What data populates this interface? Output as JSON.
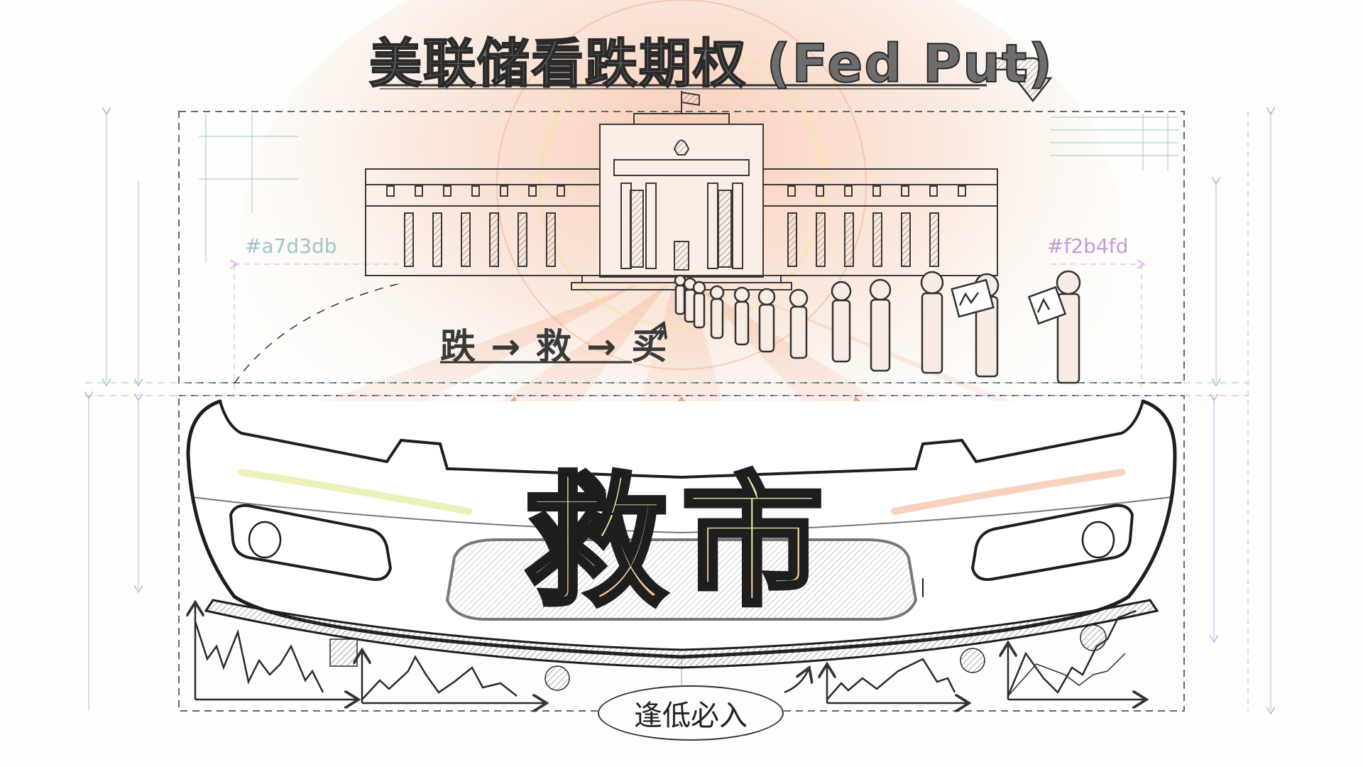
{
  "title": "美联储看跌期权 (Fed Put)",
  "annotations": {
    "hex_left": "#a7d3db",
    "hex_right": "#f2b4fd"
  },
  "flow_label": "跌 → 救 → 买",
  "bumper_label": "救市",
  "motto": "逢低必入",
  "colors": {
    "glow": "#f5b79a",
    "highlight_yellow": "#e6ea9c",
    "guide_cyan": "#a7d3db",
    "guide_purple": "#d9a6ea",
    "frame_dash": "#5b6b7a",
    "ink": "#1e1e1e"
  },
  "illustration": {
    "building": "federal-reserve-building",
    "queue_people_count": 12,
    "mini_charts": [
      {
        "position": "bottom-left-1",
        "trend": "down",
        "icon": "chart-icon"
      },
      {
        "position": "bottom-left-2",
        "trend": "down",
        "icon": "pie-chart-icon"
      },
      {
        "position": "bottom-right-1",
        "trend": "up-then-down",
        "icon": "coin-icon"
      },
      {
        "position": "bottom-right-2",
        "trend": "up",
        "icon": "token-icon"
      }
    ]
  }
}
